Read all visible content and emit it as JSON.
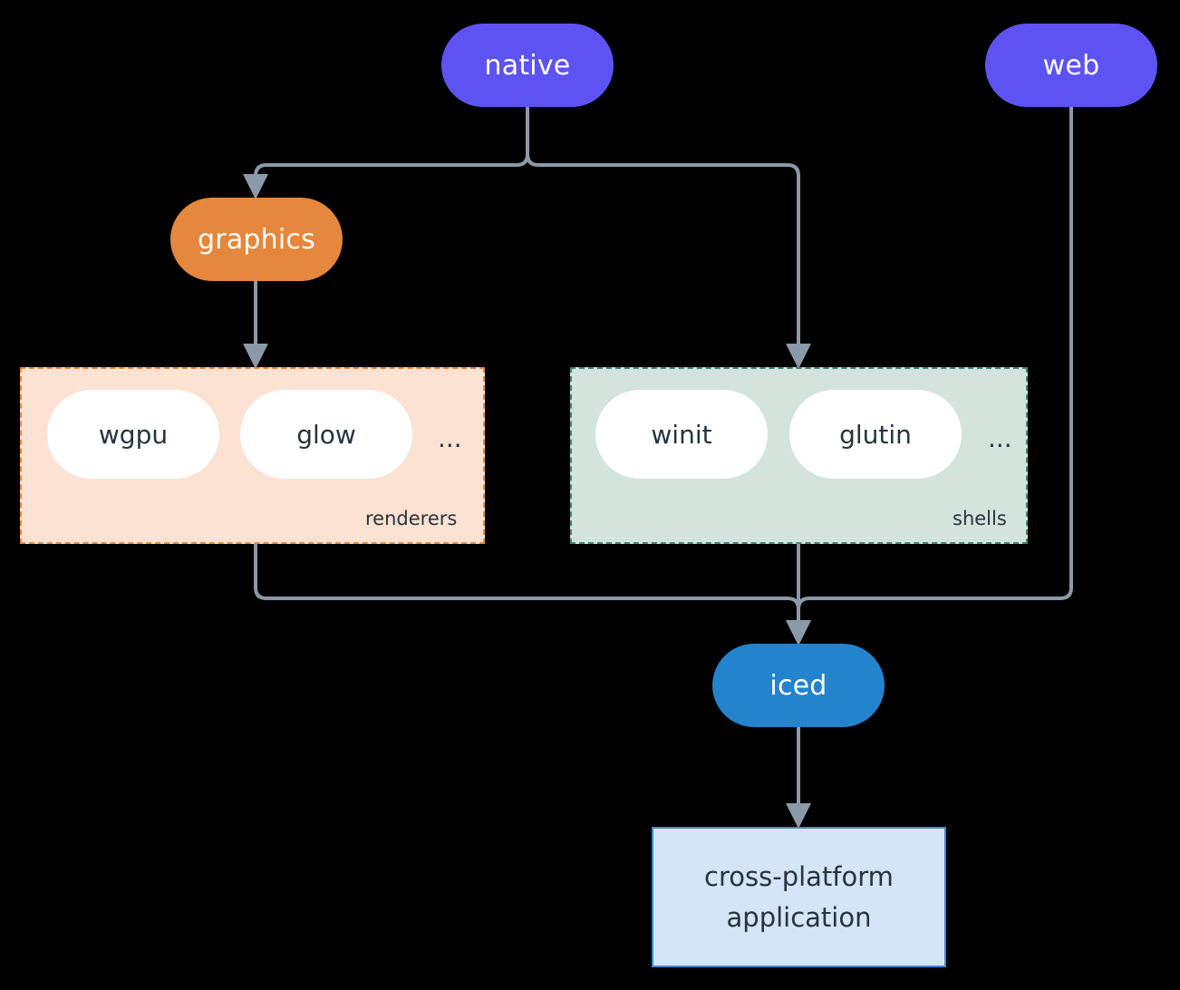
{
  "diagram": {
    "type": "architecture-flow",
    "background": "#000000",
    "edge_color": "#8B9AA8",
    "nodes": {
      "native": {
        "label": "native",
        "color": "#5D53F2",
        "text_color": "#FFFFFF",
        "shape": "pill"
      },
      "web": {
        "label": "web",
        "color": "#5D53F2",
        "text_color": "#FFFFFF",
        "shape": "pill"
      },
      "graphics": {
        "label": "graphics",
        "color": "#E5873C",
        "text_color": "#FFFFFF",
        "shape": "pill"
      },
      "iced": {
        "label": "iced",
        "color": "#2483CD",
        "text_color": "#FFFFFF",
        "shape": "pill"
      },
      "application": {
        "line1": "cross-platform",
        "line2": "application",
        "color": "#D3E5F7",
        "border_color": "#3489DB",
        "text_color": "#28333D",
        "shape": "rect"
      }
    },
    "groups": {
      "renderers": {
        "label": "renderers",
        "background": "#FBE2D2",
        "border_color": "#E8873D",
        "items": [
          {
            "label": "wgpu"
          },
          {
            "label": "glow"
          }
        ],
        "ellipsis": "..."
      },
      "shells": {
        "label": "shells",
        "background": "#D3E4DD",
        "border_color": "#3E8678",
        "items": [
          {
            "label": "winit"
          },
          {
            "label": "glutin"
          }
        ],
        "ellipsis": "..."
      }
    },
    "edges": [
      {
        "from": "native",
        "to": "graphics"
      },
      {
        "from": "native",
        "to": "shells"
      },
      {
        "from": "graphics",
        "to": "renderers"
      },
      {
        "from": "renderers",
        "to": "iced"
      },
      {
        "from": "shells",
        "to": "iced"
      },
      {
        "from": "web",
        "to": "iced"
      },
      {
        "from": "iced",
        "to": "application"
      }
    ]
  }
}
